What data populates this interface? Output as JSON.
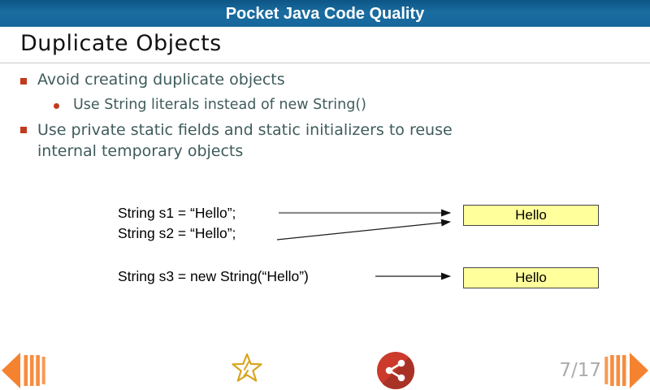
{
  "header": {
    "title": "Pocket Java Code Quality"
  },
  "slide": {
    "title": "Duplicate Objects",
    "bullet1": "Avoid creating duplicate objects",
    "sub_bullet": "Use String literals instead of new String()",
    "bullet2_line1": "Use private static fields and static initializers to reuse",
    "bullet2_line2": "internal temporary objects",
    "code": {
      "s1": "String s1 = “Hello”;",
      "s2": "String s2 = “Hello”;",
      "s3": "String s3 = new String(“Hello”)"
    },
    "box1_label": "Hello",
    "box2_label": "Hello"
  },
  "footer": {
    "page_indicator": "7/17",
    "icons": [
      "rewind-icon",
      "star-icon",
      "share-icon",
      "fast-forward-icon"
    ]
  },
  "colors": {
    "header_bg": "#16689C",
    "accent_orange": "#F5822F",
    "bullet_marker": "#C23A1E",
    "body_text": "#3F5B5B",
    "box_fill": "#FFFF9C",
    "share_red": "#CB3A2B",
    "share_red_dark": "#A93226",
    "star_gold": "#D9A520",
    "page_text": "#ABABAB"
  }
}
